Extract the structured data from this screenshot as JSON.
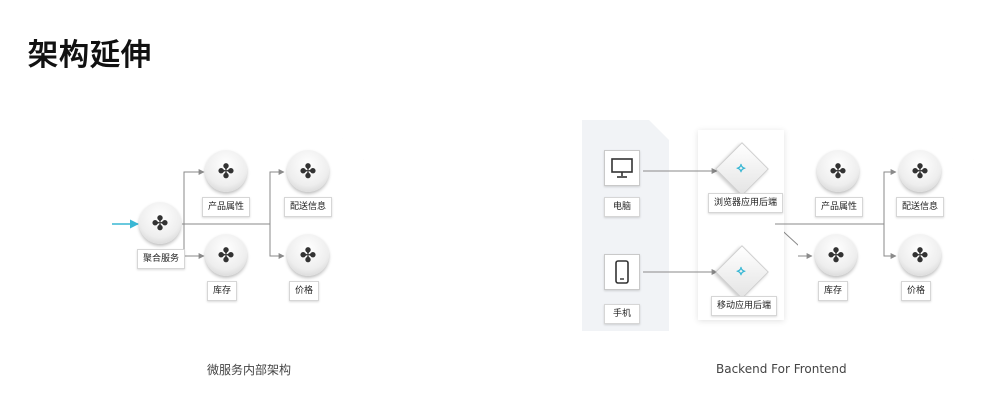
{
  "title": "架构延伸",
  "left": {
    "caption": "微服务内部架构",
    "labels": {
      "aggregate": "聚合服务",
      "product": "产品属性",
      "shipping": "配送信息",
      "inventory": "库存",
      "price": "价格"
    }
  },
  "right": {
    "caption": "Backend For Frontend",
    "labels": {
      "pc": "电脑",
      "phone": "手机",
      "browser_backend": "浏览器应用后端",
      "mobile_backend": "移动应用后端",
      "product": "产品属性",
      "shipping": "配送信息",
      "inventory": "库存",
      "price": "价格"
    }
  },
  "colors": {
    "accent": "#39b7d4",
    "line": "#8a8a8a",
    "gray_panel": "#f1f3f6"
  },
  "icons": {
    "service_node": "four-leaf-icon",
    "backend": "cube-icon",
    "pc": "monitor-icon",
    "phone": "phone-icon"
  }
}
